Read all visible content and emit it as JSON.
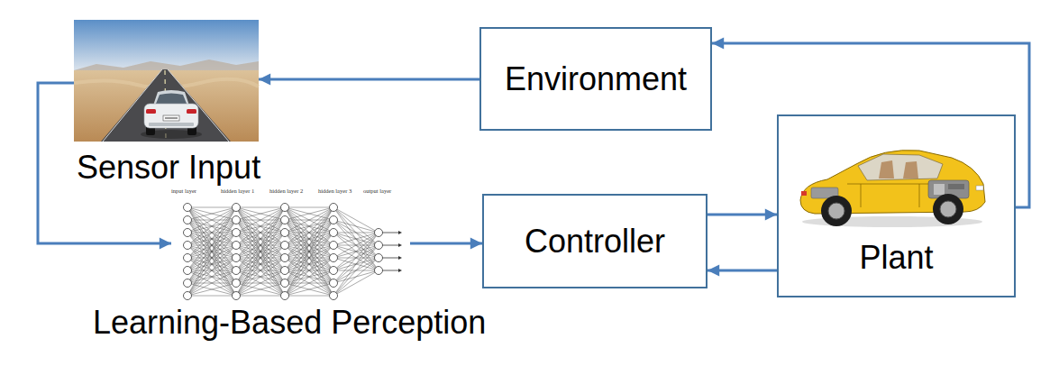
{
  "diagram": {
    "nodes": [
      {
        "text": [
          "Sensor Input"
        ]
      },
      {
        "text": [
          "Environment"
        ]
      },
      {
        "text": [
          "Plant"
        ]
      },
      {
        "text": [
          "Learning-Based Perception"
        ]
      },
      {
        "text": [
          "Controller"
        ]
      }
    ],
    "edges": [
      {
        "from": 2,
        "to": 1,
        "arrow": "to"
      },
      {
        "from": 1,
        "to": 0,
        "arrow": "to"
      },
      {
        "from": 0,
        "to": 3,
        "arrow": "to"
      },
      {
        "from": 3,
        "to": 4,
        "arrow": "to"
      },
      {
        "from": 4,
        "to": 2,
        "arrow": "to"
      },
      {
        "from": 2,
        "to": 4,
        "arrow": "to"
      }
    ],
    "labels": [
      "input layer",
      "hidden layer 1",
      "hidden layer 2",
      "hidden layer 3",
      "output layer"
    ]
  }
}
